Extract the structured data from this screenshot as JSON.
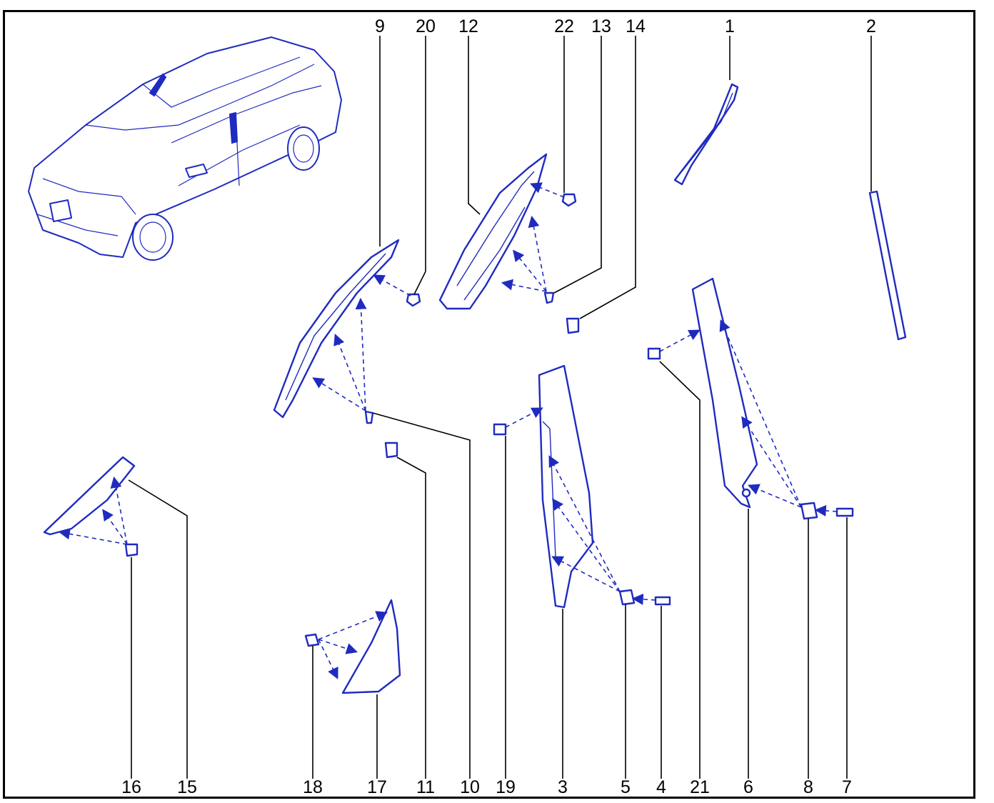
{
  "colors": {
    "line_art": "#1f2bbf",
    "frame": "#000000",
    "background": "#ffffff"
  },
  "top_labels": [
    "9",
    "20",
    "12",
    "22",
    "13",
    "14",
    "1",
    "2"
  ],
  "bottom_labels": [
    "16",
    "15",
    "18",
    "17",
    "11",
    "10",
    "19",
    "3",
    "5",
    "4",
    "21",
    "6",
    "8",
    "7"
  ]
}
